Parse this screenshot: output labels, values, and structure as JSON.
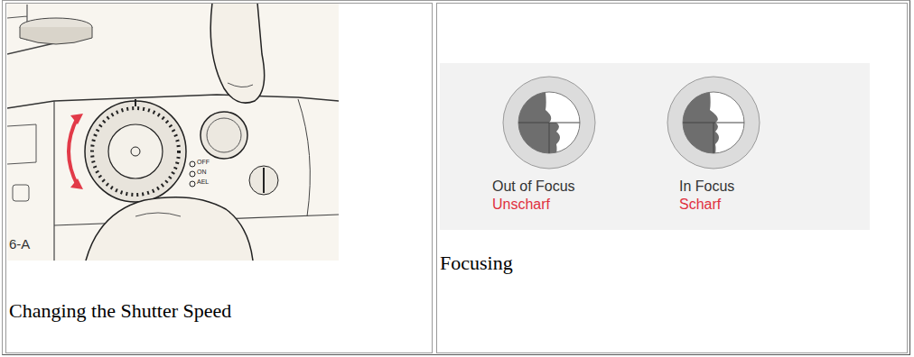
{
  "diagram": {
    "nodes": [
      {
        "text": [
          "Changing the Shutter Speed"
        ]
      },
      {
        "text": [
          "Focusing"
        ]
      }
    ],
    "labels": [
      "6-A",
      "OFF",
      "ON",
      "AEL",
      "Out of Focus",
      "Unscharf",
      "In Focus",
      "Scharf"
    ]
  }
}
